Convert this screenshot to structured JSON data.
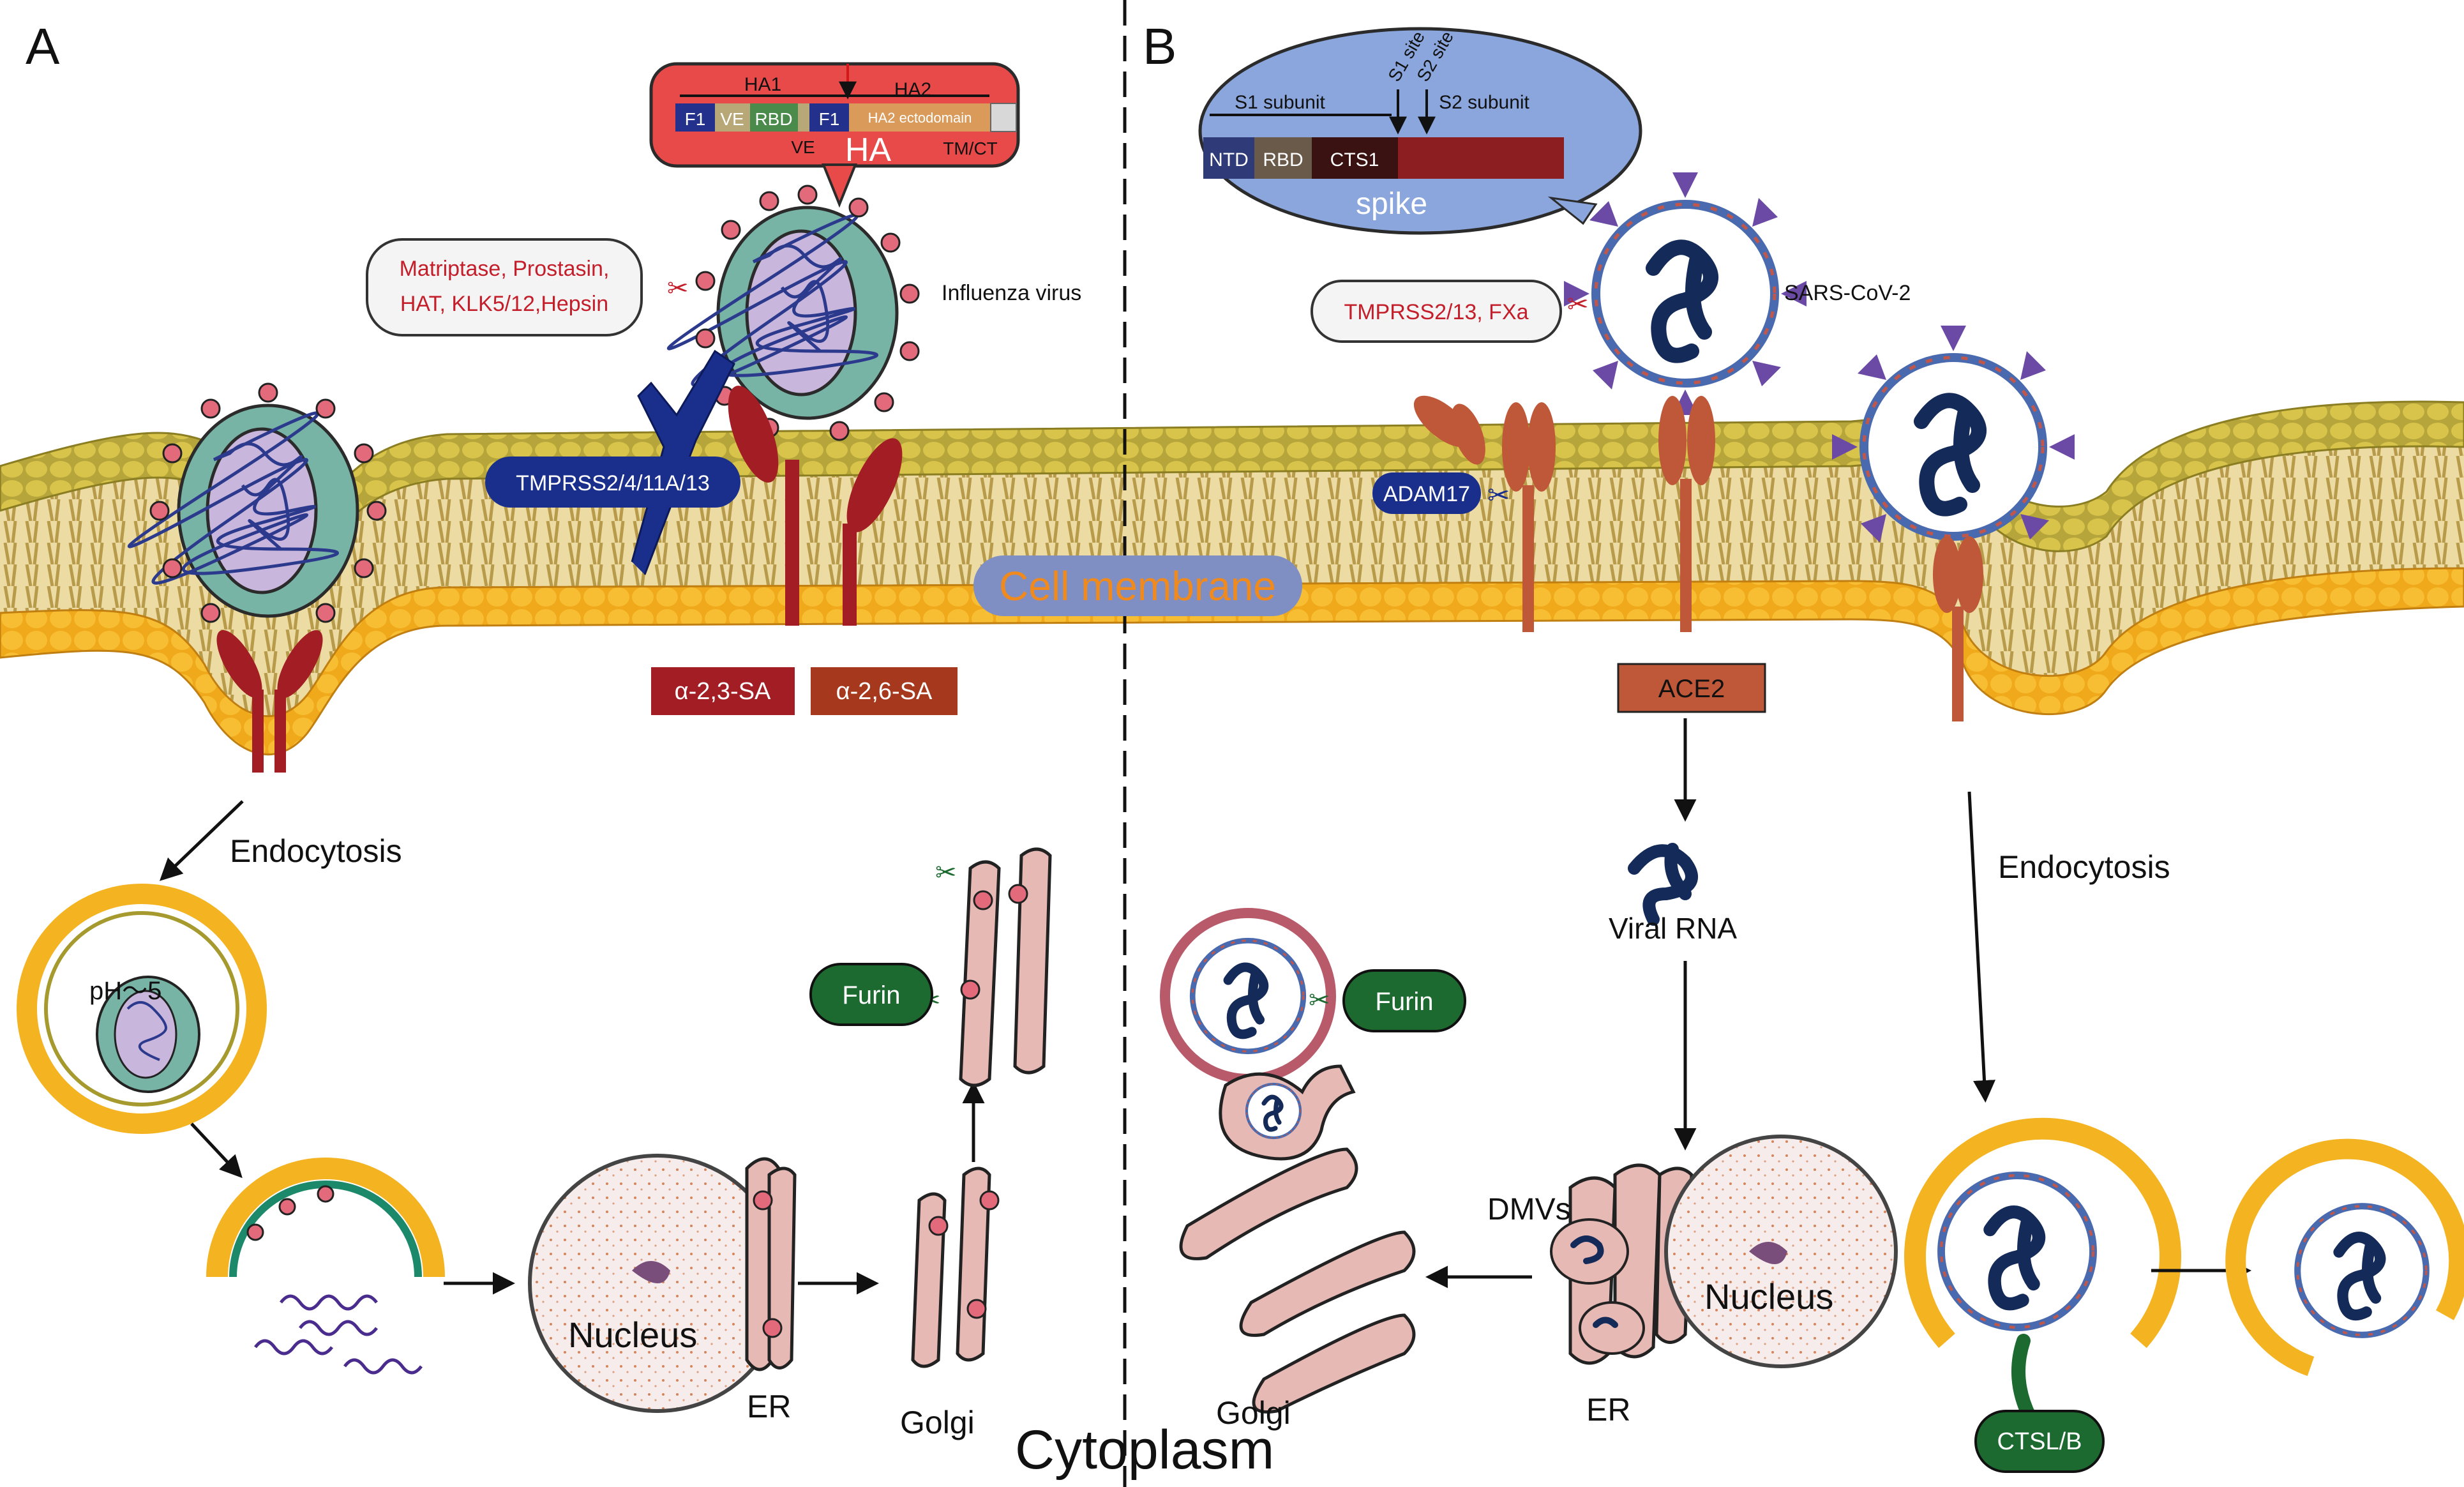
{
  "panels": {
    "a_letter": "A",
    "b_letter": "B"
  },
  "influenza": {
    "ha_box": {
      "ha1": "HA1",
      "ha2": "HA2",
      "f1_left": "F1",
      "ve_top": "VE",
      "rbd": "RBD",
      "f1_right": "F1",
      "ectodomain": "HA2 ectodomain",
      "ve_bottom": "VE",
      "title": "HA",
      "tmct": "TM/CT"
    },
    "proteases_lines": [
      "Matriptase, Prostasin,",
      "HAT, KLK5/12,Hepsin"
    ],
    "virus_label": "Influenza virus",
    "tmprss": "TMPRSS2/4/11A/13",
    "sa23": "α-2,3-SA",
    "sa26": "α-2,6-SA",
    "endocytosis": "Endocytosis",
    "ph": "pH～5",
    "nucleus": "Nucleus",
    "er": "ER",
    "golgi": "Golgi",
    "furin": "Furin"
  },
  "center": {
    "membrane": "Cell membrane",
    "cytoplasm": "Cytoplasm"
  },
  "sars": {
    "spike_box": {
      "s1_subunit": "S1 subunit",
      "s1_site": "S1 site",
      "s2_site": "S2 site",
      "s2_subunit": "S2 subunit",
      "ntd": "NTD",
      "rbd": "RBD",
      "cts1": "CTS1",
      "title": "spike"
    },
    "virus_label": "SARS-CoV-2",
    "proteases": "TMPRSS2/13, FXa",
    "adam17": "ADAM17",
    "ace2": "ACE2",
    "viral_rna": "Viral RNA",
    "endocytosis": "Endocytosis",
    "furin": "Furin",
    "dmvs": "DMVs",
    "nucleus": "Nucleus",
    "er": "ER",
    "golgi": "Golgi",
    "ctsl": "CTSL/B"
  },
  "colors": {
    "membrane_gold": "#f4b321",
    "membrane_olive": "#a69a2e",
    "receptor_red": "#a21d24",
    "ace2_orange": "#bf5838",
    "influenza_teal": "#78b4a6",
    "influenza_purple": "#c9b6dc",
    "sars_blue": "#1f3a78",
    "sars_spike_purple": "#6b4aa6",
    "furin_green": "#1c6a30",
    "tmprss_blue": "#1a2f8c",
    "ha_box_red": "#e84a4a",
    "spike_box_blue": "#8aa6dc",
    "organelle_pink": "#e7b9b5",
    "label_red": "#c41e2a"
  }
}
